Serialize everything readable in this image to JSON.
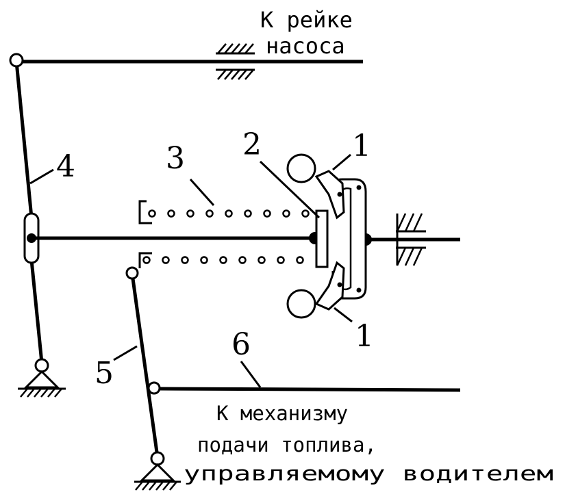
{
  "labels": {
    "pump_rack_line1": "К рейке",
    "pump_rack_line2": "насоса",
    "fuel_mech_line1": "К механизму",
    "fuel_mech_line2": "подачи топлива,",
    "fuel_mech_line3": "управляемому водителем"
  },
  "part_numbers": {
    "weight_upper": "1",
    "weight_lower": "1",
    "sleeve": "2",
    "spring": "3",
    "lever_main": "4",
    "lever_control": "5",
    "rod_control": "6"
  },
  "colors": {
    "ink": "#000000",
    "paper": "#ffffff"
  }
}
